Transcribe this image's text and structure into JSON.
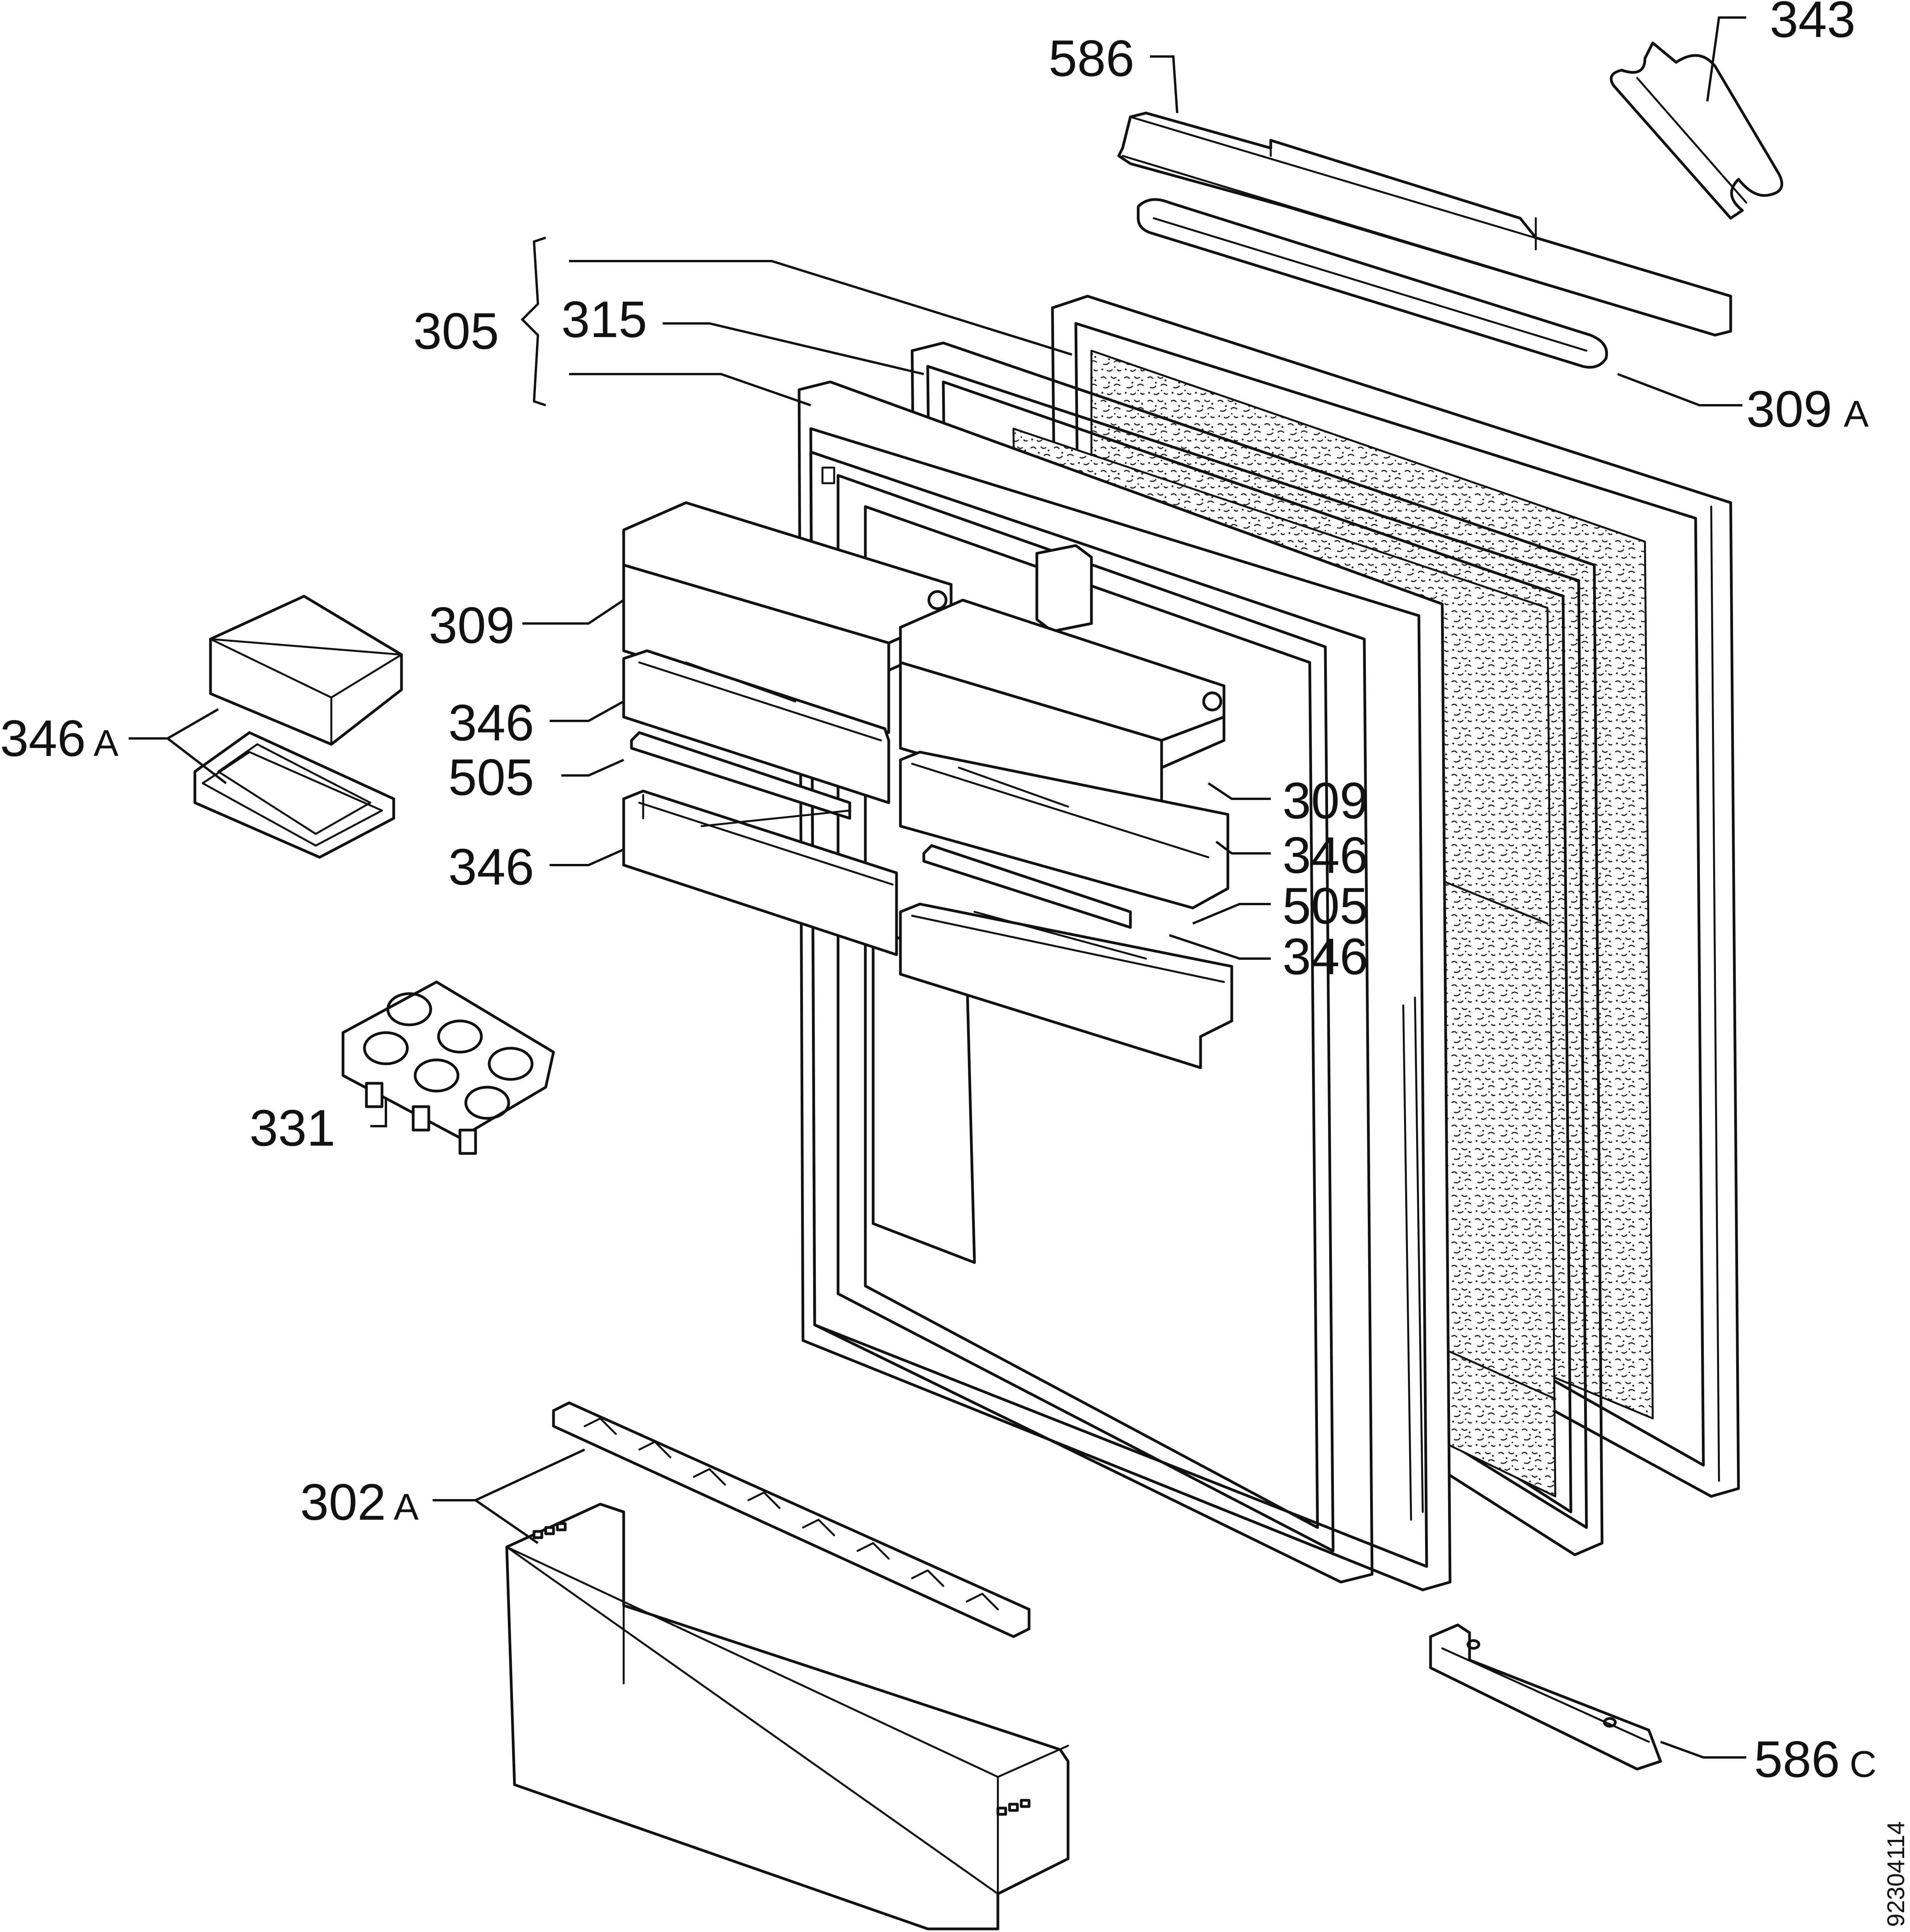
{
  "diagram": {
    "labels": {
      "l343": "343",
      "l586": "586",
      "l305": "305",
      "l315": "315",
      "l309a_num": "309",
      "l309a_suf": "A",
      "l309_left": "309",
      "l346a_num": "346",
      "l346a_suf": "A",
      "l346_upper_left": "346",
      "l505_left": "505",
      "l346_lower_left": "346",
      "l309_right": "309",
      "l346_upper_right": "346",
      "l505_right": "505",
      "l346_lower_right": "346",
      "l331": "331",
      "l302a_num": "302",
      "l302a_suf": "A",
      "l586c_num": "586",
      "l586c_suf": "C"
    },
    "drawing_code": "92304114"
  }
}
